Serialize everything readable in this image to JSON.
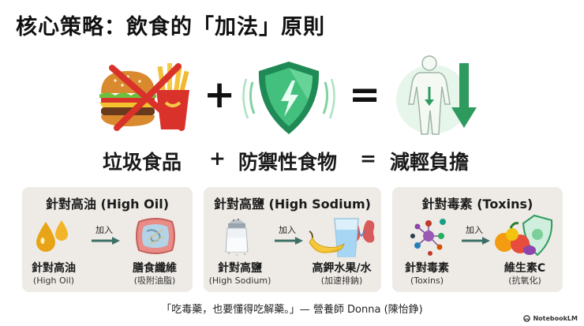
{
  "title": "核心策略：飲食的「加法」原則",
  "hero": {
    "plus": "+",
    "equals": "=",
    "junk_icon": "crossed-junk-food-icon",
    "shield_icon": "green-shield-icon",
    "body_icon": "body-down-arrow-icon"
  },
  "equation": {
    "left": "垃圾食品",
    "plus": "+",
    "middle": "防禦性食物",
    "equals": "=",
    "right": "減輕負擔"
  },
  "cards": [
    {
      "title": "針對高油 (High Oil)",
      "add_label": "加入",
      "from_main": "針對高油",
      "from_sub": "(High Oil)",
      "to_main": "膳食纖維",
      "to_sub": "(吸附油脂)"
    },
    {
      "title": "針對高鹽 (High Sodium)",
      "add_label": "加入",
      "from_main": "針對高鹽",
      "from_sub": "(High Sodium)",
      "to_main": "高鉀水果/水",
      "to_sub": "(加速排鈉)"
    },
    {
      "title": "針對毒素 (Toxins)",
      "add_label": "加入",
      "from_main": "針對毒素",
      "from_sub": "(Toxins)",
      "to_main": "維生素C",
      "to_sub": "(抗氧化)"
    }
  ],
  "quote": "「吃毒藥，也要懂得吃解藥。」— 營養師 Donna (陳怡錚)",
  "brand": "NotebookLM",
  "colors": {
    "green": "#2e9a5e",
    "red": "#d8322b",
    "card_bg": "#eeebe6",
    "oil": "#e8a317"
  }
}
